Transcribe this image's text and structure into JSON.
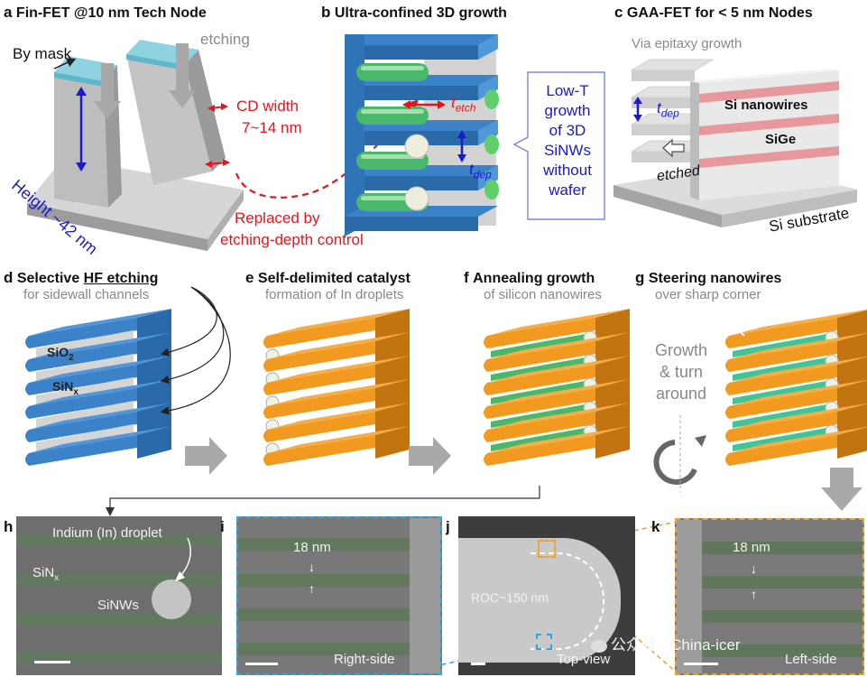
{
  "panels": {
    "a": {
      "letter": "a",
      "title": "Fin-FET @10 nm Tech Node",
      "by_mask": "By mask",
      "etching": "etching",
      "cd_width_1": "CD width",
      "cd_width_2": "7~14 nm",
      "height": "Height ~42 nm",
      "replaced_1": "Replaced by",
      "replaced_2": "etching-depth control"
    },
    "b": {
      "letter": "b",
      "title": "Ultra-confined 3D growth",
      "t_etch": "t",
      "t_etch_sub": "etch",
      "t_dep": "t",
      "t_dep_sub": "dep",
      "box_lines": [
        "Low-T",
        "growth",
        "of 3D",
        "SiNWs",
        "without",
        "wafer"
      ]
    },
    "c": {
      "letter": "c",
      "title": "GAA-FET for < 5 nm Nodes",
      "via": "Via epitaxy growth",
      "t_dep": "t",
      "t_dep_sub": "dep",
      "si_nanowires": "Si nanowires",
      "sige": "SiGe",
      "etched": "etched",
      "si_substrate": "Si substrate"
    },
    "d": {
      "letter": "d",
      "title_pre": "Selective ",
      "title_ul": "HF etching",
      "sub": "for sidewall channels",
      "sio2": "SiO",
      "sio2_sub": "2",
      "sinx": "SiN",
      "sinx_sub": "x"
    },
    "e": {
      "letter": "e",
      "title": "Self-delimited catalyst",
      "sub": "formation of In droplets"
    },
    "f": {
      "letter": "f",
      "title": "Annealing growth",
      "sub": "of silicon nanowires"
    },
    "g": {
      "letter": "g",
      "title": "Steering nanowires",
      "sub": "over sharp corner",
      "growth_lines": [
        "Growth",
        "& turn",
        "around"
      ]
    },
    "h": {
      "letter": "h",
      "droplet": "Indium (In) droplet",
      "sinx": "SiN",
      "sinx_sub": "x",
      "sinws": "SiNWs"
    },
    "i": {
      "letter": "i",
      "nm": "18 nm",
      "side": "Right-side"
    },
    "j": {
      "letter": "j",
      "roc": "ROC~150 nm",
      "view": "Top-view"
    },
    "k": {
      "letter": "k",
      "nm": "18 nm",
      "side": "Left-side"
    }
  },
  "watermark": "公众号 · China-icer",
  "colors": {
    "blue_layer": "#3b82c9",
    "orange_layer": "#f29a1f",
    "green_wire": "#49b86a",
    "teal_wire": "#3fc597",
    "red_annot": "#e8141c",
    "blue_annot": "#1a1acc",
    "fin_gray": "#bdbdbd",
    "pink_layer": "#e58a8e"
  }
}
